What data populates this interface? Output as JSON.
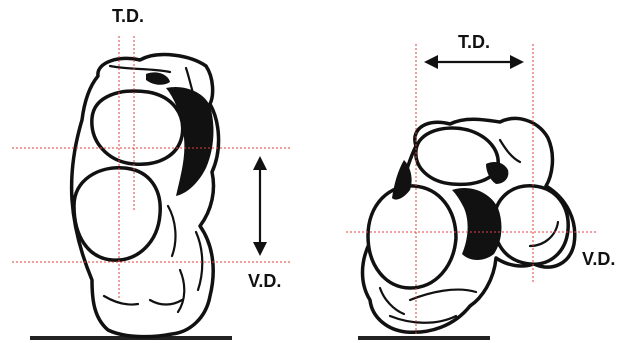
{
  "left_view": {
    "top_label": "T.D.",
    "side_label": "V.D."
  },
  "right_view": {
    "top_label": "T.D.",
    "side_label": "V.D."
  },
  "colors": {
    "guide_lines": "#e0413a",
    "outline": "#111111",
    "background": "#ffffff"
  }
}
